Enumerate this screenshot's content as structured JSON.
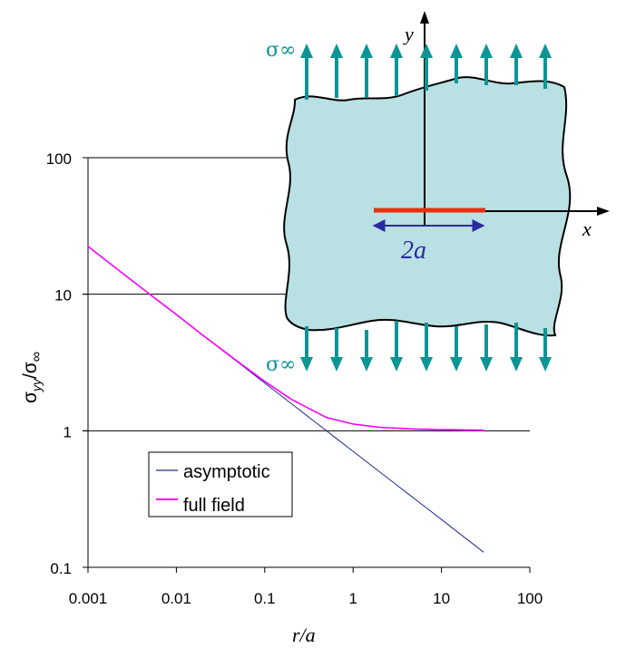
{
  "chart_data": {
    "type": "line",
    "scale": {
      "x": "log",
      "y": "log"
    },
    "xlim": [
      0.001,
      100
    ],
    "ylim": [
      0.1,
      100
    ],
    "xticks": [
      0.001,
      0.01,
      0.1,
      1,
      10,
      100
    ],
    "xtick_labels": [
      "0.001",
      "0.01",
      "0.1",
      "1",
      "10",
      "100"
    ],
    "yticks": [
      0.1,
      1,
      10,
      100
    ],
    "ytick_labels": [
      "0.1",
      "1",
      "10",
      "100"
    ],
    "grid": "horizontal",
    "legend_position": "bottom-left",
    "xlabel": "r/a",
    "ylabel": {
      "main": "σ",
      "sub": "yy",
      "rest": "/σ",
      "sub2": "∞"
    },
    "series": [
      {
        "name": "asymptotic",
        "color": "#1f2a8c",
        "x": [
          0.005,
          0.01,
          0.03,
          0.1,
          0.3,
          1,
          3,
          10,
          30
        ],
        "y": [
          10.0,
          7.07,
          4.08,
          2.24,
          1.29,
          0.707,
          0.408,
          0.224,
          0.129
        ]
      },
      {
        "name": "full field",
        "color": "#ff00ff",
        "x": [
          0.001,
          0.002,
          0.005,
          0.01,
          0.02,
          0.05,
          0.1,
          0.2,
          0.5,
          1,
          2,
          5,
          10,
          30
        ],
        "y": [
          22.4,
          15.8,
          10.0,
          7.1,
          5.0,
          3.2,
          2.3,
          1.7,
          1.25,
          1.12,
          1.06,
          1.03,
          1.02,
          1.01
        ]
      }
    ]
  },
  "inset": {
    "labels": {
      "y_axis": "y",
      "x_axis": "x",
      "crack": "2a",
      "stress_top": "σ∞",
      "stress_bottom": "σ∞"
    },
    "colors": {
      "plate": "#b9e0e2",
      "arrows": "#0d9596",
      "crack": "#e8300e",
      "dimension": "#2a2aa0"
    }
  }
}
